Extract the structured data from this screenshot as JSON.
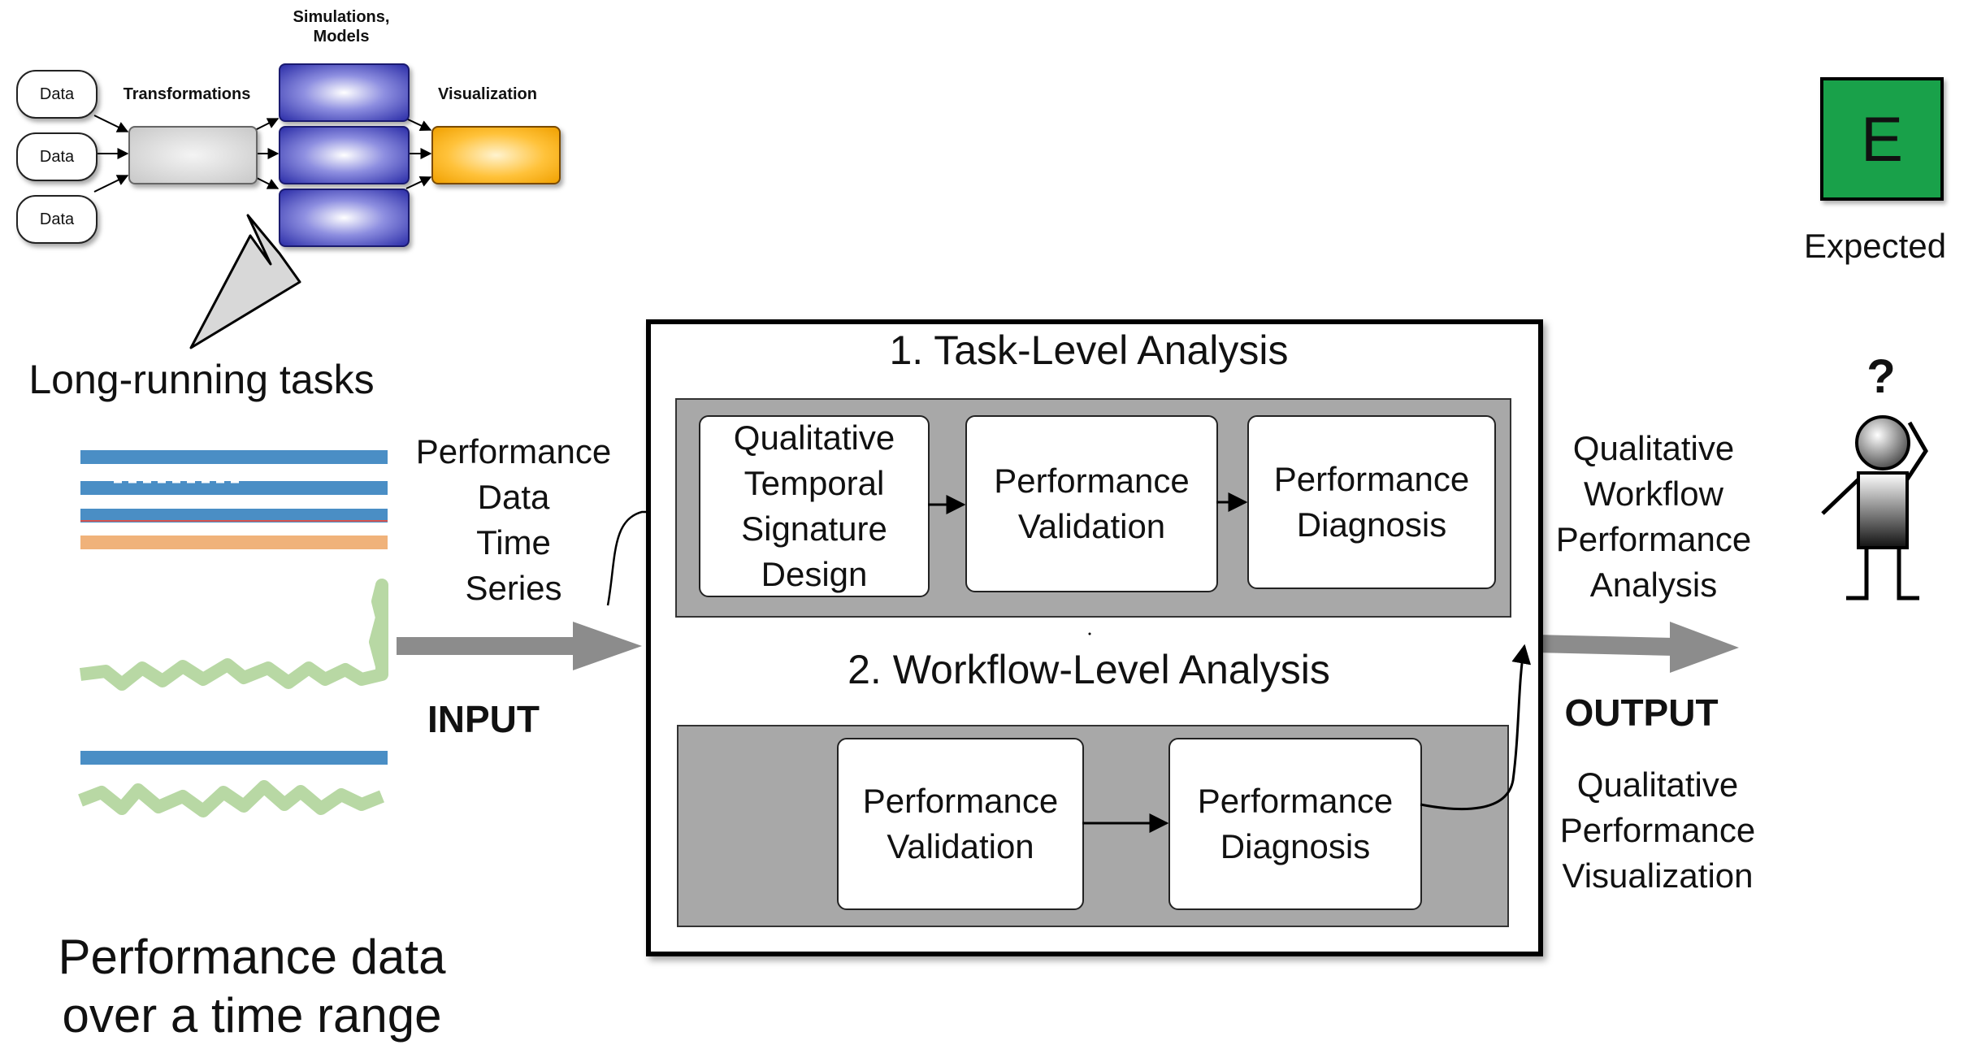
{
  "pipeline": {
    "data_nodes": [
      "Data",
      "Data",
      "Data"
    ],
    "transformations_label": "Transformations",
    "simulations_label": "Simulations,\nModels",
    "visualization_label": "Visualization"
  },
  "left": {
    "long_running_label": "Long-running tasks",
    "series_label": "Performance\nData\nTime\nSeries",
    "input_label": "INPUT",
    "caption": "Performance data\nover a time range"
  },
  "timeseries_colors": {
    "blue": "#4a8ec5",
    "orange": "#f0b27a",
    "green": "#b8d8a4"
  },
  "analysis": {
    "task_level_title": "1. Task-Level Analysis",
    "task_steps": [
      "Qualitative\nTemporal\nSignature\nDesign",
      "Performance\nValidation",
      "Performance\nDiagnosis"
    ],
    "workflow_level_title": "2. Workflow-Level Analysis",
    "workflow_steps": [
      "Performance\nValidation",
      "Performance\nDiagnosis"
    ]
  },
  "right": {
    "workflow_output_label": "Qualitative\nWorkflow\nPerformance\nAnalysis",
    "output_label": "OUTPUT",
    "visualization_output_label": "Qualitative\nPerformance\nVisualization",
    "badge_letter": "E",
    "badge_caption": "Expected",
    "badge_color": "#19a14a",
    "question_mark": "?"
  }
}
